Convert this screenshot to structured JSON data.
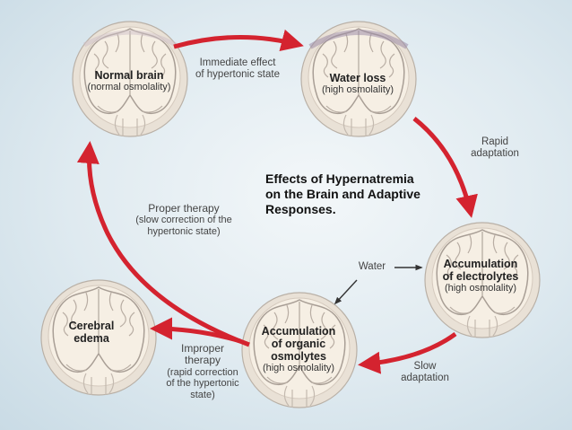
{
  "title": [
    "Effects of Hypernatremia",
    "on the Brain and Adaptive",
    "Responses."
  ],
  "brains": {
    "normal": {
      "name": "Normal brain",
      "state": "(normal osmolality)"
    },
    "water_loss": {
      "name": "Water loss",
      "state": "(high osmolality)"
    },
    "electrolytes": {
      "name_lines": [
        "Accumulation",
        "of electrolytes"
      ],
      "state": "(high osmolality)"
    },
    "organic": {
      "name_lines": [
        "Accumulation",
        "of organic",
        "osmolytes"
      ],
      "state": "(high osmolality)"
    },
    "edema": {
      "name_lines": [
        "Cerebral",
        "edema"
      ]
    }
  },
  "steps": {
    "immediate": [
      "Immediate effect",
      "of hypertonic state"
    ],
    "rapid": [
      "Rapid",
      "adaptation"
    ],
    "water": "Water",
    "slow": [
      "Slow",
      "adaptation"
    ],
    "improper": [
      "Improper",
      "therapy",
      "(rapid correction",
      "of the hypertonic",
      "state)"
    ],
    "proper": [
      "Proper therapy",
      "(slow correction of the",
      "hypertonic state)"
    ]
  },
  "colors": {
    "arrow": "#d4232f",
    "background": "#dfeaf0",
    "brain_tissue": "#f4ede1",
    "gray_matter": "#cfc6c0"
  }
}
